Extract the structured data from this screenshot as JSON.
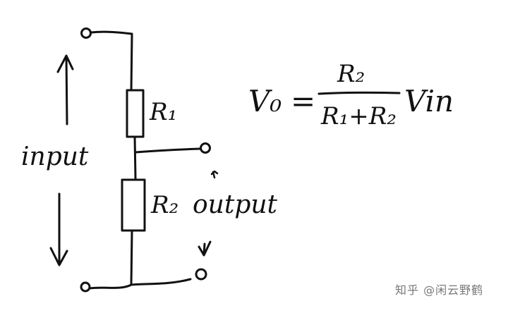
{
  "diagram": {
    "resistor_top_label": "R₁",
    "resistor_bottom_label": "R₂",
    "input_label": "input",
    "output_label": "output",
    "formula": {
      "lhs": "V₀",
      "equals": "=",
      "numerator": "R₂",
      "denominator": "R₁+R₂",
      "suffix": "Vin"
    }
  },
  "watermark": "知乎 @闲云野鹤",
  "colors": {
    "ink": "#111111",
    "background": "#ffffff",
    "watermark": "#777777"
  }
}
